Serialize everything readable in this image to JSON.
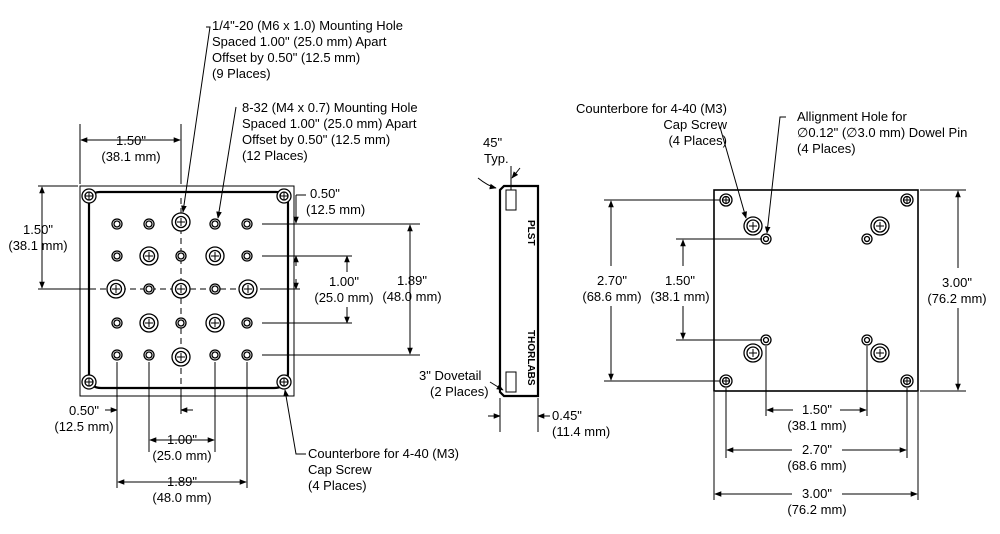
{
  "front_view": {
    "callout_quarter20": [
      "1/4\"-20 (M6 x 1.0) Mounting Hole",
      "Spaced 1.00\" (25.0 mm) Apart",
      "Offset by 0.50\" (12.5 mm)",
      "(9 Places)"
    ],
    "callout_832": [
      "8-32 (M4 x 0.7) Mounting Hole",
      "Spaced 1.00\" (25.0 mm) Apart",
      "Offset by 0.50\" (12.5 mm)",
      "(12 Places)"
    ],
    "callout_counterbore": [
      "Counterbore for 4-40 (M3)",
      "Cap Screw",
      "(4 Places)"
    ],
    "dim_top": [
      "1.50\"",
      "(38.1 mm)"
    ],
    "dim_left": [
      "1.50\"",
      "(38.1 mm)"
    ],
    "dim_050_right": [
      "0.50\"",
      "(12.5 mm)"
    ],
    "dim_100_right": [
      "1.00\"",
      "(25.0 mm)"
    ],
    "dim_189_right": [
      "1.89\"",
      "(48.0 mm)"
    ],
    "dim_050_bottom": [
      "0.50\"",
      "(12.5 mm)"
    ],
    "dim_100_bottom": [
      "1.00\"",
      "(25.0 mm)"
    ],
    "dim_189_bottom": [
      "1.89\"",
      "(48.0 mm)"
    ]
  },
  "side_view": {
    "angle": [
      "45\"",
      "Typ."
    ],
    "dovetail": [
      "3\" Dovetail",
      "(2 Places)"
    ],
    "thickness": [
      "0.45\"",
      "(11.4 mm)"
    ],
    "label_top": "PLST",
    "label_bottom": "THORLABS"
  },
  "back_view": {
    "callout_counterbore": [
      "Counterbore for 4-40 (M3)",
      "Cap Screw",
      "(4 Places)"
    ],
    "callout_alignment": [
      "Allignment Hole for",
      "∅0.12\" (∅3.0 mm) Dowel Pin",
      "(4 Places)"
    ],
    "dim_270_left": [
      "2.70\"",
      "(68.6 mm)"
    ],
    "dim_150_left": [
      "1.50\"",
      "(38.1 mm)"
    ],
    "dim_300_right": [
      "3.00\"",
      "(76.2 mm)"
    ],
    "dim_150_bottom": [
      "1.50\"",
      "(38.1 mm)"
    ],
    "dim_270_bottom": [
      "2.70\"",
      "(68.6 mm)"
    ],
    "dim_300_bottom": [
      "3.00\"",
      "(76.2 mm)"
    ]
  }
}
